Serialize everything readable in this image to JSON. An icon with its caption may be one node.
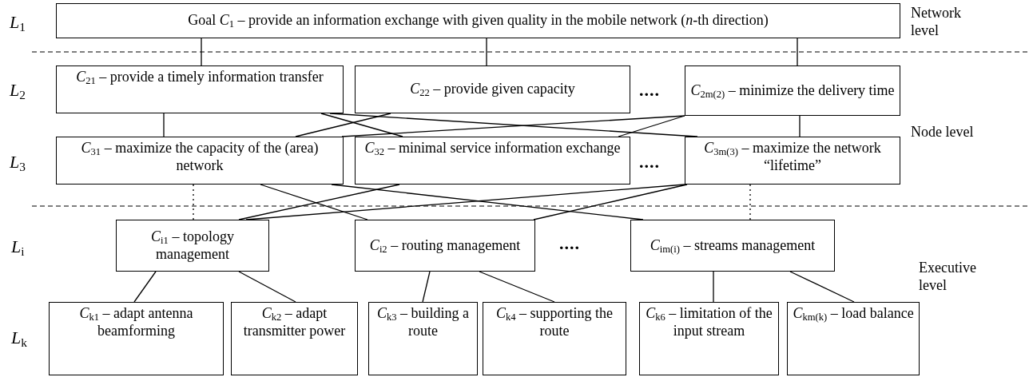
{
  "diagram": {
    "nodes": [
      {
        "text": [
          "Goal *C*$_{1}$ – provide an information exchange with given quality in the mobile network (*n*-th direction)"
        ]
      },
      {
        "text": [
          "*C*$_{21}$ – provide a timely information transfer"
        ]
      },
      {
        "text": [
          "*C*$_{22}$ – provide given capacity"
        ]
      },
      {
        "text": [
          "*C*$_{2m(2)}$ – minimize the delivery time"
        ]
      },
      {
        "text": [
          "*C*$_{31}$ – maximize the capacity of the (area) network"
        ]
      },
      {
        "text": [
          "*C*$_{32}$ – minimal service information exchange"
        ]
      },
      {
        "text": [
          "*C*$_{3m(3)}$ – maximize the network “lifetime”"
        ]
      },
      {
        "text": [
          "*C*$_{i1}$ – topology management"
        ]
      },
      {
        "text": [
          "*C*$_{i2}$ – routing management"
        ]
      },
      {
        "text": [
          "*C*$_{im(i)}$ – streams management"
        ]
      },
      {
        "text": [
          "*C*$_{k1}$ – adapt antenna beamforming"
        ]
      },
      {
        "text": [
          "*C*$_{k2}$ – adapt transmitter power"
        ]
      },
      {
        "text": [
          "*C*$_{k3}$ – building a route"
        ]
      },
      {
        "text": [
          "*C*$_{k4}$ – supporting the route"
        ]
      },
      {
        "text": [
          "*C*$_{k6}$ – limitation of the input stream"
        ]
      },
      {
        "text": [
          "*C*$_{km(k)}$ – load balance"
        ]
      }
    ],
    "edges": [
      {
        "from": 0,
        "to": 1,
        "arrow": "none"
      },
      {
        "from": 0,
        "to": 2,
        "arrow": "none"
      },
      {
        "from": 0,
        "to": 3,
        "arrow": "none"
      },
      {
        "from": 1,
        "to": 4,
        "arrow": "none"
      },
      {
        "from": 1,
        "to": 5,
        "arrow": "none"
      },
      {
        "from": 1,
        "to": 6,
        "arrow": "none"
      },
      {
        "from": 2,
        "to": 4,
        "arrow": "none"
      },
      {
        "from": 3,
        "to": 4,
        "arrow": "none"
      },
      {
        "from": 3,
        "to": 5,
        "arrow": "none"
      },
      {
        "from": 3,
        "to": 6,
        "arrow": "none"
      },
      {
        "from": 4,
        "to": 7,
        "arrow": "none",
        "style": "dashed"
      },
      {
        "from": 4,
        "to": 8,
        "arrow": "none"
      },
      {
        "from": 4,
        "to": 9,
        "arrow": "none"
      },
      {
        "from": 5,
        "to": 7,
        "arrow": "none"
      },
      {
        "from": 6,
        "to": 7,
        "arrow": "none"
      },
      {
        "from": 6,
        "to": 8,
        "arrow": "none"
      },
      {
        "from": 6,
        "to": 9,
        "arrow": "none",
        "style": "dashed"
      },
      {
        "from": 7,
        "to": 10,
        "arrow": "none"
      },
      {
        "from": 7,
        "to": 11,
        "arrow": "none"
      },
      {
        "from": 8,
        "to": 12,
        "arrow": "none"
      },
      {
        "from": 8,
        "to": 13,
        "arrow": "none"
      },
      {
        "from": 9,
        "to": 14,
        "arrow": "none"
      },
      {
        "from": 9,
        "to": 15,
        "arrow": "none"
      }
    ],
    "labels": [
      "*L*$_{1}$",
      "Network level",
      "*L*$_{2}$",
      "....",
      "Node level",
      "*L*$_{3}$",
      "....",
      "*L*$_{i}$",
      "....",
      "Executive level",
      "*L*$_{k}$"
    ]
  }
}
